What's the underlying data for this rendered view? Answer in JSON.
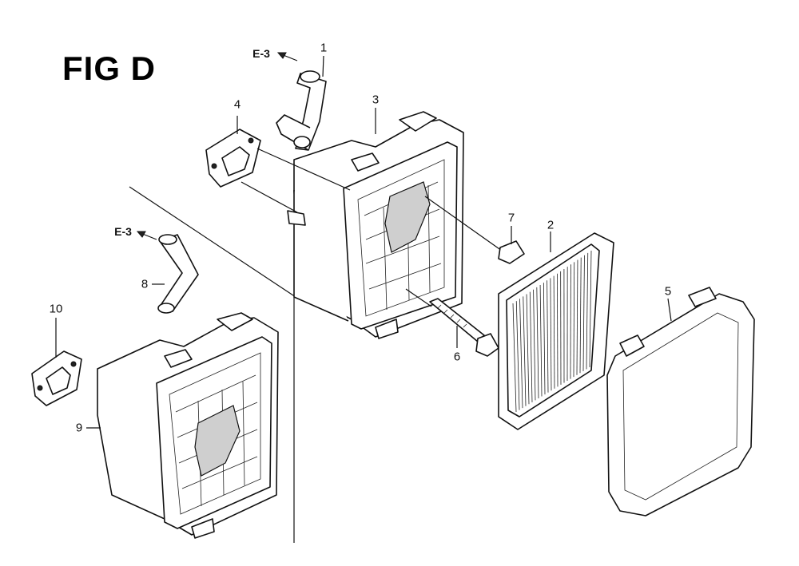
{
  "figure_title": "FIG D",
  "reference_code": "E-3",
  "callouts": {
    "c1": "1",
    "c2": "2",
    "c3": "3",
    "c4": "4",
    "c5": "5",
    "c6": "6",
    "c7": "7",
    "c8": "8",
    "c9": "9",
    "c10": "10"
  }
}
